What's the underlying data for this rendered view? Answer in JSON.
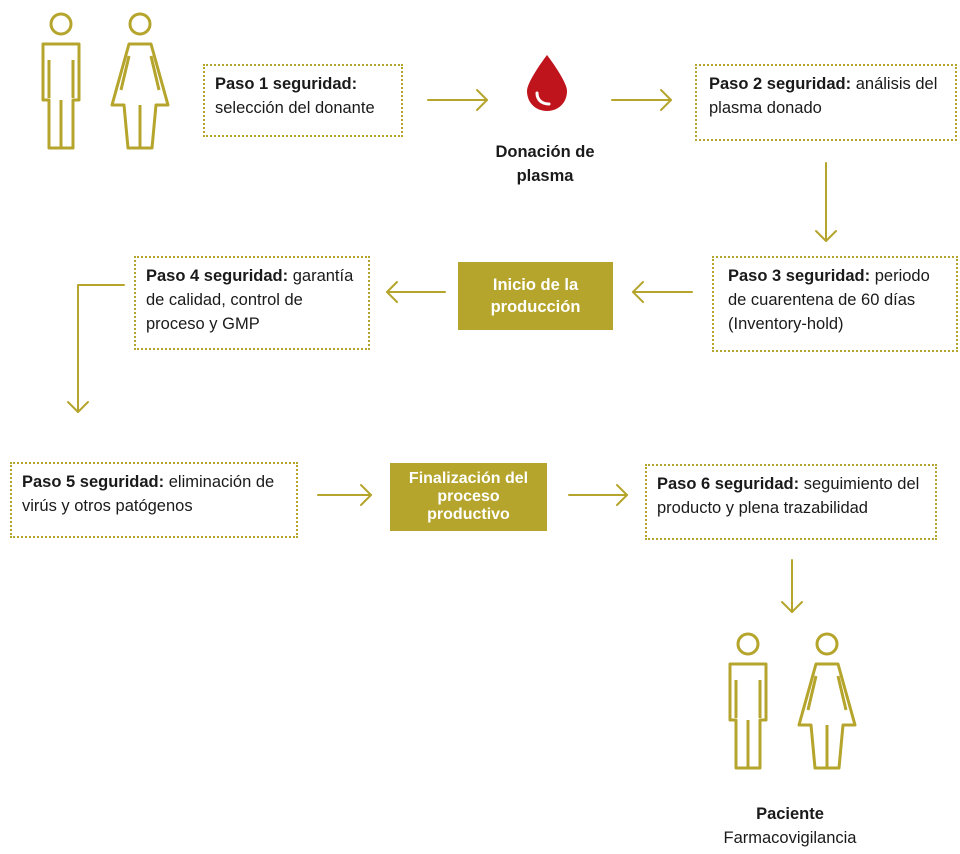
{
  "colors": {
    "accent": "#b5a52c",
    "drop": "#c0141c",
    "text": "#1a1a1a"
  },
  "steps": [
    {
      "title": "Paso 1 seguridad:",
      "text": "selección del donante"
    },
    {
      "title": "Paso 2 seguridad:",
      "text": "análisis del plasma donado"
    },
    {
      "title": "Paso 3 seguridad:",
      "text": "periodo de cuarentena de 60 días (Inventory-hold)"
    },
    {
      "title": "Paso 4 seguridad:",
      "text": "garantía de calidad, control de proceso y GMP"
    },
    {
      "title": "Paso 5 seguridad:",
      "text": "eliminación de virús y otros patógenos"
    },
    {
      "title": "Paso 6 seguridad:",
      "text": "seguimiento del producto y plena trazabilidad"
    }
  ],
  "donation": {
    "label": "Donación de plasma",
    "icon": "blood-drop-icon"
  },
  "production_start": "Inicio de la producción",
  "production_end": "Finalización del proceso productivo",
  "patient": {
    "title": "Paciente",
    "subtitle": "Farmacovigilancia"
  },
  "icons": {
    "donors": "man-woman-icon",
    "patients": "man-woman-icon"
  }
}
